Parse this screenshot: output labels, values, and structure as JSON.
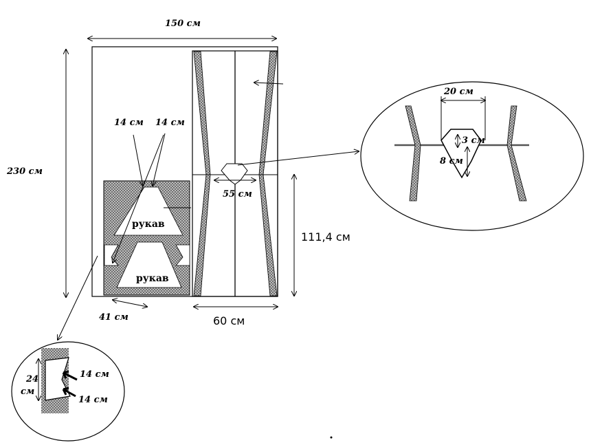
{
  "dimensions": {
    "width_total": "150 см",
    "height_total": "230 см",
    "panel_width": "60 см",
    "panel_height": "111,4 см",
    "neck_width": "55 см",
    "sleeve_bottom": "41 см",
    "sleeve_top_left": "14 см",
    "sleeve_top_right": "14 см"
  },
  "pieces": {
    "sleeve_top": "рукав",
    "sleeve_bottom": "рукав"
  },
  "detail_neck": {
    "width": "20 см",
    "depth_small": "3 см",
    "depth_large": "8 см"
  },
  "detail_gusset": {
    "height_num": "24",
    "height_unit": "см",
    "arrow_top": "14 см",
    "arrow_bottom": "14 см"
  },
  "colors": {
    "hatch": "#8a8a8a",
    "line": "#000000"
  }
}
